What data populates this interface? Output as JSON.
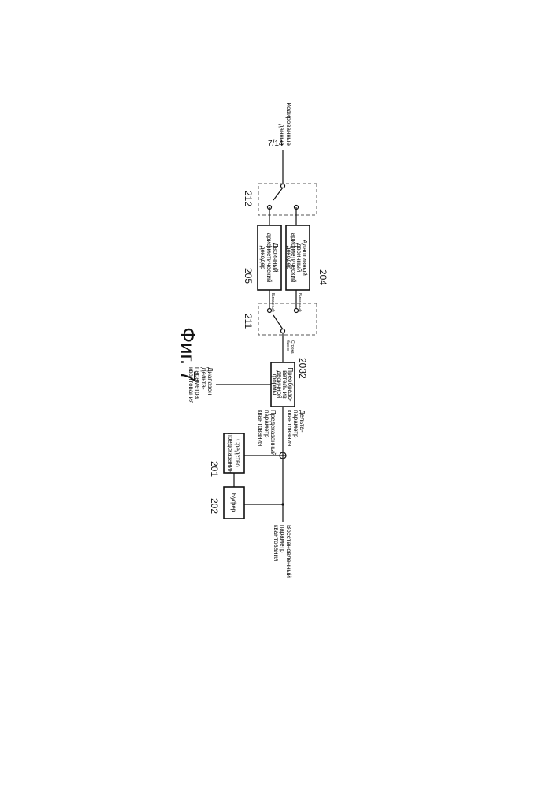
{
  "page_number": "7/14",
  "figure_title": "Фиг. 7",
  "blocks": {
    "b204": {
      "num": "204",
      "lines": [
        "Адаптивный",
        "двоичный",
        "арифметический",
        "декодер"
      ]
    },
    "b205": {
      "num": "205",
      "lines": [
        "Двоичный",
        "арифметический",
        "декодер"
      ]
    },
    "b2032": {
      "num": "2032",
      "lines": [
        "Преобразо-",
        "ватель из",
        "двоичной",
        "формы"
      ]
    },
    "b201": {
      "num": "201",
      "lines": [
        "Средство",
        "предсказания"
      ]
    },
    "b202": {
      "num": "202",
      "label": "Буфер"
    },
    "s211": {
      "num": "211"
    },
    "s212": {
      "num": "212"
    }
  },
  "labels": {
    "coded_data": [
      "Кодированные",
      "данные"
    ],
    "delta_qp": [
      "Дельта-",
      "параметр",
      "квантования"
    ],
    "predicted_qp": [
      "Предсказанный",
      "параметр",
      "квантования"
    ],
    "range": [
      "Диапазон",
      "Дельта-",
      "параметра",
      "квантования"
    ],
    "restored_qp": [
      "Восстановленный",
      "параметр",
      "квантования"
    ],
    "string": [
      "Строка",
      "бинов"
    ],
    "sig_top": "Бинарный",
    "sig_bot": "Бинарный"
  }
}
